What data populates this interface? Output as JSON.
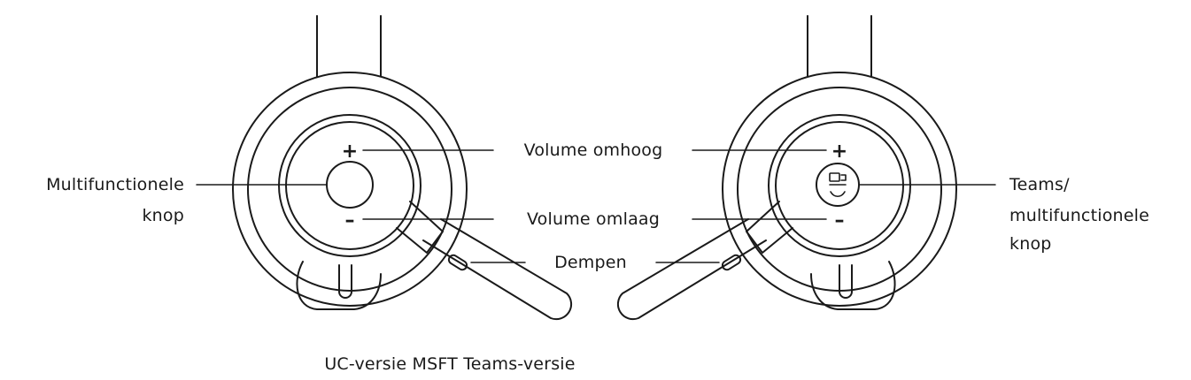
{
  "labels": {
    "volume_up": "Volume omhoog",
    "volume_down": "Volume omlaag",
    "mute": "Dempen",
    "multifunction_line1": "Multifunctionele",
    "multifunction_line2": "knop",
    "teams_line1": "Teams/",
    "teams_line2": "multifunctionele",
    "teams_line3": "knop"
  },
  "button_symbols": {
    "plus": "+",
    "minus": "–"
  },
  "caption": "UC-versie MSFT Teams-versie",
  "colors": {
    "stroke": "#1a1a1a",
    "background": "#ffffff"
  }
}
